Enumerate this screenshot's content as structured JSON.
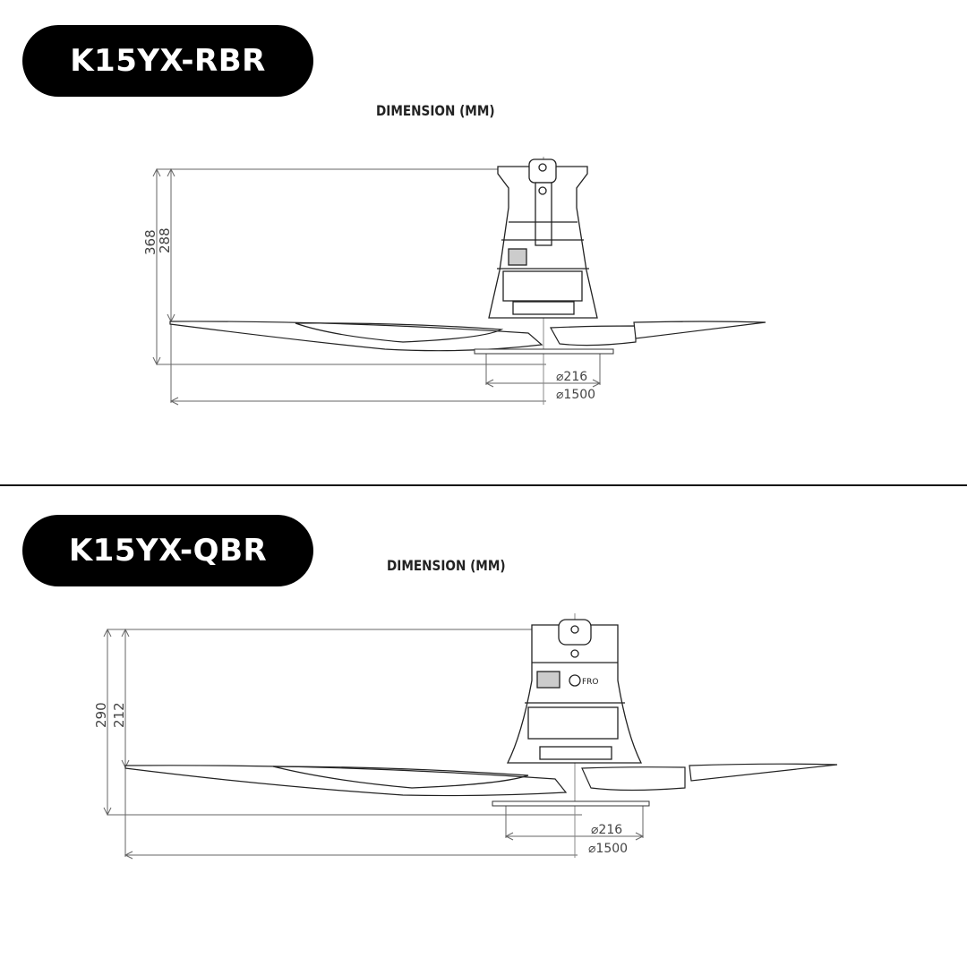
{
  "sections": [
    {
      "model": "K15YX-RBR",
      "dimension_title": "DIMENSION (MM)",
      "dimensions": {
        "overall_height": "368",
        "body_height": "288",
        "canopy_diameter": "⌀216",
        "sweep_diameter": "⌀1500"
      }
    },
    {
      "model": "K15YX-QBR",
      "dimension_title": "DIMENSION (MM)",
      "dimensions": {
        "overall_height": "290",
        "body_height": "212",
        "canopy_diameter": "⌀216",
        "sweep_diameter": "⌀1500"
      }
    }
  ],
  "colors": {
    "pill_bg": "#000000",
    "pill_text": "#ffffff",
    "line": "#555555"
  }
}
